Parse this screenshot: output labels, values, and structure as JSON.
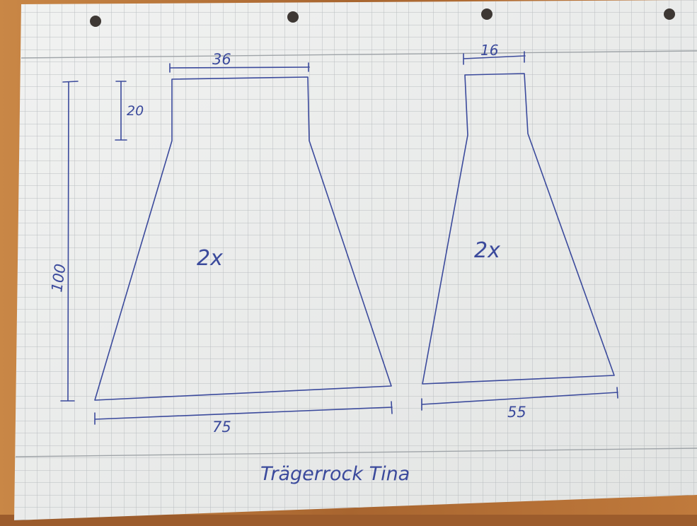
{
  "colors": {
    "wood": "#b8743a",
    "paper": "#eceeed",
    "grid": "#b9bdc0",
    "ink": "#3b4a9c",
    "punch_hole": "#3e3834"
  },
  "pattern": {
    "title": "Trägerrock Tina",
    "piece_front": {
      "top_width": "36",
      "waistband_height": "20",
      "total_length": "100",
      "bottom_width": "75",
      "quantity": "2x"
    },
    "piece_side": {
      "top_width": "16",
      "bottom_width": "55",
      "quantity": "2x"
    }
  }
}
